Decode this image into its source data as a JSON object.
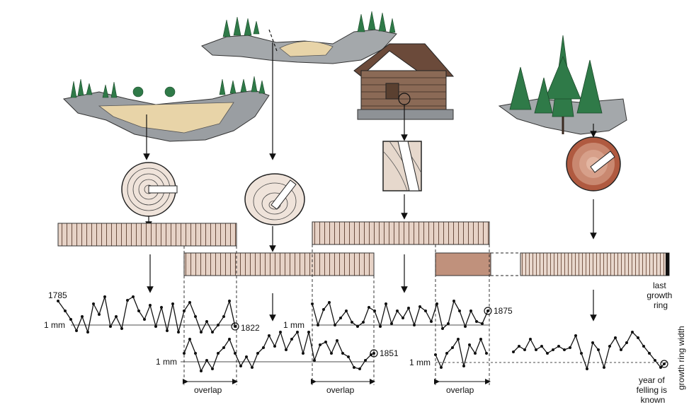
{
  "labels": {
    "start_year": "1785",
    "year_1822": "1822",
    "year_1851": "1851",
    "year_1875": "1875",
    "mm_a": "1 mm",
    "mm_b": "1 mm",
    "mm_c": "1 mm",
    "mm_d": "1 mm",
    "overlap_1": "overlap",
    "overlap_2": "overlap",
    "overlap_3": "overlap",
    "last_growth_ring_1": "last",
    "last_growth_ring_2": "growth",
    "last_growth_ring_3": "ring",
    "felling_1": "year of",
    "felling_2": "felling is",
    "felling_3": "known",
    "axis_label": "growth ring width"
  },
  "colors": {
    "core_tan": "#e3cfc3",
    "core_dark": "#c0917c",
    "soil": "#e8d4a8",
    "hill": "#8e9296",
    "tree": "#2f7a48",
    "living_wood": "#b05a40"
  }
}
